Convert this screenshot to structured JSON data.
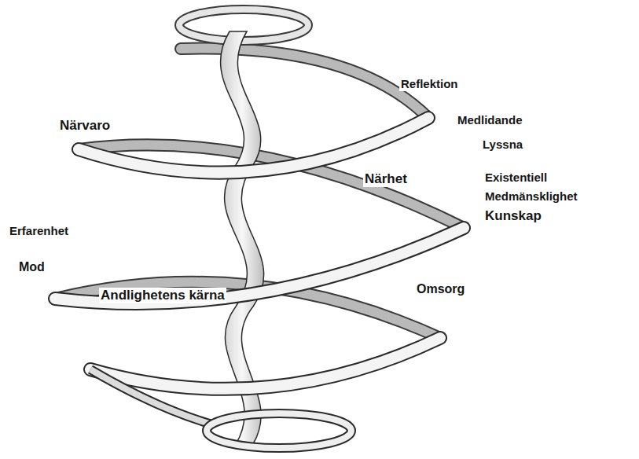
{
  "diagram": {
    "labels": [
      "Reflektion",
      "Närvaro",
      "Medlidande",
      "Lyssna",
      "Närhet",
      "Existentiell",
      "Medmänsklighet",
      "Kunskap",
      "Erfarenhet",
      "Mod",
      "Andlighetens kärna",
      "Omsorg"
    ]
  }
}
